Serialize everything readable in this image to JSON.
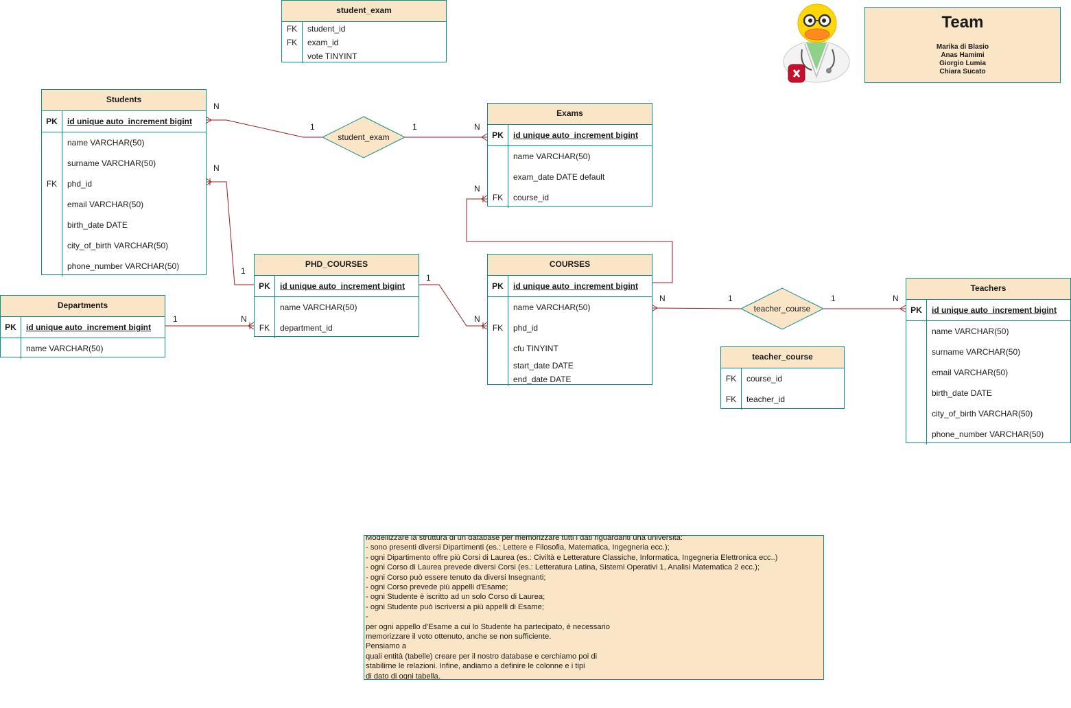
{
  "tables": {
    "student_exam_tbl": {
      "title": "student_exam",
      "rows": [
        {
          "key": "FK",
          "field": "student_id"
        },
        {
          "key": "FK",
          "field": "exam_id"
        },
        {
          "key": "",
          "field": "vote TINYINT"
        }
      ]
    },
    "students": {
      "title": "Students",
      "pk": {
        "key": "PK",
        "field": "id unique auto_increment bigint"
      },
      "rows": [
        {
          "key": "",
          "field": "name VARCHAR(50)"
        },
        {
          "key": "",
          "field": "surname VARCHAR(50)"
        },
        {
          "key": "FK",
          "field": "phd_id"
        },
        {
          "key": "",
          "field": "email VARCHAR(50)"
        },
        {
          "key": "",
          "field": "birth_date DATE"
        },
        {
          "key": "",
          "field": "city_of_birth VARCHAR(50)"
        },
        {
          "key": "",
          "field": "phone_number VARCHAR(50)"
        }
      ]
    },
    "exams": {
      "title": "Exams",
      "pk": {
        "key": "PK",
        "field": "id unique auto_increment bigint"
      },
      "rows": [
        {
          "key": "",
          "field": "name VARCHAR(50)"
        },
        {
          "key": "",
          "field": "exam_date DATE default"
        },
        {
          "key": "FK",
          "field": "course_id"
        }
      ]
    },
    "departments": {
      "title": "Departments",
      "pk": {
        "key": "PK",
        "field": "id unique auto_increment bigint"
      },
      "rows": [
        {
          "key": "",
          "field": "name VARCHAR(50)"
        }
      ]
    },
    "phd_courses": {
      "title": "PHD_COURSES",
      "pk": {
        "key": "PK",
        "field": "id unique auto_increment bigint"
      },
      "rows": [
        {
          "key": "",
          "field": "name VARCHAR(50)"
        },
        {
          "key": "FK",
          "field": "department_id"
        }
      ]
    },
    "courses": {
      "title": "COURSES",
      "pk": {
        "key": "PK",
        "field": "id unique auto_increment bigint"
      },
      "rows": [
        {
          "key": "",
          "field": "name VARCHAR(50)"
        },
        {
          "key": "FK",
          "field": "phd_id"
        },
        {
          "key": "",
          "field": "cfu TINYINT"
        },
        {
          "key": "",
          "field": "start_date DATE"
        },
        {
          "key": "",
          "field": "end_date DATE"
        }
      ]
    },
    "teacher_course_tbl": {
      "title": "teacher_course",
      "rows": [
        {
          "key": "FK",
          "field": "course_id"
        },
        {
          "key": "FK",
          "field": "teacher_id"
        }
      ]
    },
    "teachers": {
      "title": "Teachers",
      "pk": {
        "key": "PK",
        "field": "id unique auto_increment bigint"
      },
      "rows": [
        {
          "key": "",
          "field": "name VARCHAR(50)"
        },
        {
          "key": "",
          "field": "surname VARCHAR(50)"
        },
        {
          "key": "",
          "field": "email VARCHAR(50)"
        },
        {
          "key": "",
          "field": "birth_date DATE"
        },
        {
          "key": "",
          "field": "city_of_birth VARCHAR(50)"
        },
        {
          "key": "",
          "field": "phone_number VARCHAR(50)"
        }
      ]
    }
  },
  "relationships": {
    "student_exam": "student_exam",
    "teacher_course": "teacher_course"
  },
  "cardinality_labels": {
    "students_se_n": "N",
    "se_left_1": "1",
    "se_right_1": "1",
    "exams_se_n": "N",
    "students_phd_n": "N",
    "phd_students_1": "1",
    "exams_course_n": "N",
    "phd_course_1": "1",
    "courses_phd_n": "N",
    "dep_1": "1",
    "phd_dep_n": "N",
    "courses_tc_n": "N",
    "tc_left_1": "1",
    "tc_right_1": "1",
    "teachers_tc_n": "N"
  },
  "team": {
    "title": "Team",
    "members": [
      "Marika di Blasio",
      "Anas Hamimi",
      "Giorgio Lumia",
      "Chiara Sucato"
    ]
  },
  "mascot": "rubber-duck-doctor",
  "note": {
    "lines": [
      "Modellizzare la struttura di un database per memorizzare tutti i dati riguardanti una università:",
      "- sono presenti diversi Dipartimenti (es.: Lettere e Filosofia, Matematica, Ingegneria ecc.);",
      "- ogni Dipartimento offre più Corsi di Laurea (es.: Civiltà e Letterature Classiche, Informatica, Ingegneria Elettronica ecc..)",
      "- ogni Corso di Laurea prevede diversi Corsi (es.: Letteratura Latina, Sistemi Operativi 1, Analisi Matematica 2 ecc.);",
      "- ogni Corso può essere tenuto da diversi Insegnanti;",
      "- ogni Corso prevede più appelli d'Esame;",
      "- ogni Studente è iscritto ad un solo Corso di Laurea;",
      "- ogni Studente può iscriversi a più appelli di Esame;",
      "-",
      "per ogni appello d'Esame a cui lo Studente ha partecipato, è necessario",
      "memorizzare il voto ottenuto, anche se non sufficiente.",
      "Pensiamo a",
      "quali entità (tabelle) creare per il nostro database e cerchiamo poi di",
      "stabilirne le relazioni. Infine, andiamo a definire le colonne e i tipi",
      "di dato di ogni tabella."
    ]
  },
  "colors": {
    "border": "#0f8b8d",
    "header_fill": "#fae5c7",
    "line": "#a21a1a"
  }
}
